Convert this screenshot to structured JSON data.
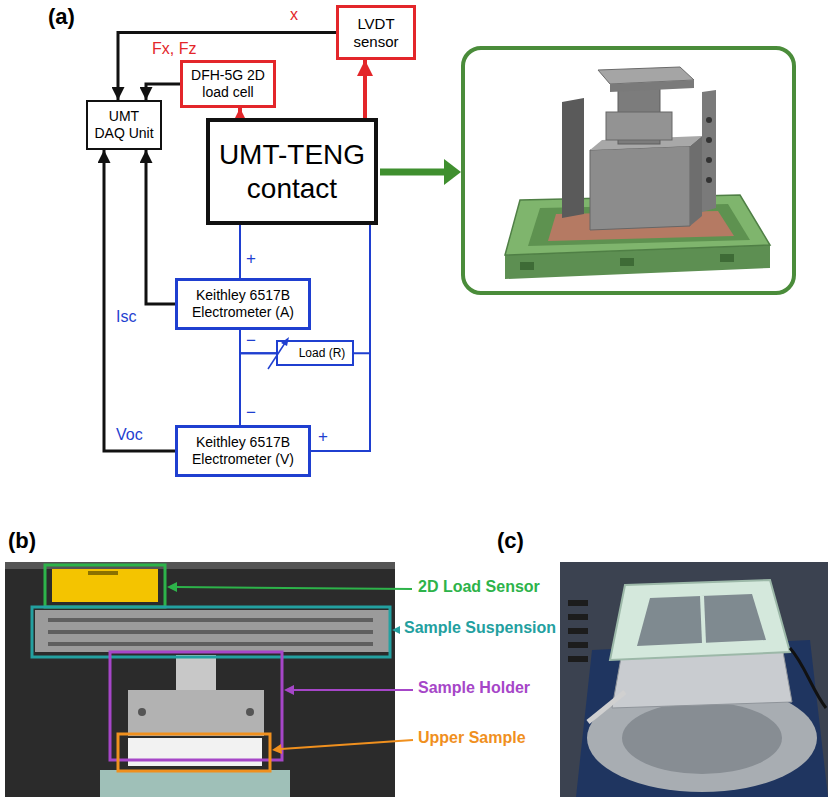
{
  "diagram": {
    "nodes": [
      {
        "text": [
          "LVDT sensor"
        ]
      },
      {
        "text": [
          "DFH-5G 2D load cell"
        ]
      },
      {
        "text": [
          "UMT DAQ Unit"
        ]
      },
      {
        "text": [
          "UMT-TENG contact"
        ]
      },
      {
        "text": [
          "Keithley 6517B Electrometer (A)"
        ]
      },
      {
        "text": [
          "Load (R)"
        ]
      },
      {
        "text": [
          "Keithley 6517B Electrometer (V)"
        ]
      }
    ],
    "edges": [
      {
        "from": 3,
        "to": 0,
        "arrow": "to"
      },
      {
        "from": 3,
        "to": 1,
        "arrow": "to"
      },
      {
        "from": 0,
        "to": 2,
        "label": "x",
        "arrow": "to"
      },
      {
        "from": 1,
        "to": 2,
        "label": "Fx, Fz",
        "arrow": "to"
      },
      {
        "from": 4,
        "to": 2,
        "label": "Isc",
        "arrow": "to"
      },
      {
        "from": 6,
        "to": 2,
        "label": "Voc",
        "arrow": "to"
      },
      {
        "from": 3,
        "to": 4,
        "arrow": "none"
      },
      {
        "from": 4,
        "to": 5,
        "arrow": "none"
      },
      {
        "from": 5,
        "to": 3,
        "arrow": "none"
      },
      {
        "from": 6,
        "to": 5,
        "arrow": "none"
      },
      {
        "from": 6,
        "to": 3,
        "arrow": "none"
      }
    ],
    "labels": [
      "(a)",
      "+",
      "−",
      "−",
      "+",
      "(b)",
      "(c)",
      "2D Load Sensor",
      "Sample Suspension",
      "Sample Holder",
      "Upper Sample"
    ]
  }
}
